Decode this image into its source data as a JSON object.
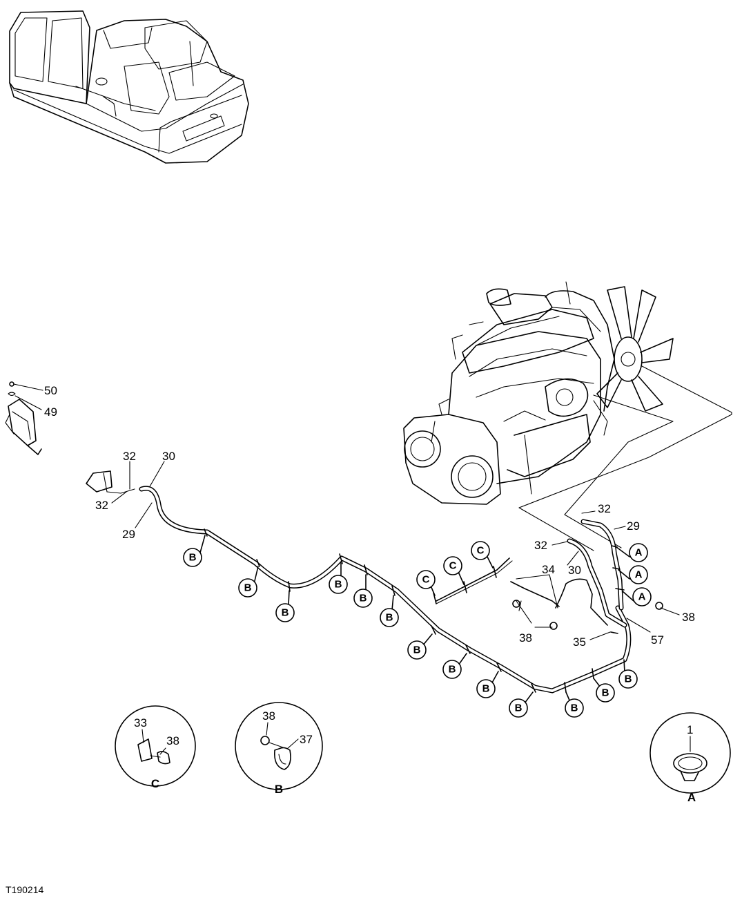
{
  "figure_id": "T190214",
  "part_labels": {
    "p50": "50",
    "p49": "49",
    "p32a": "32",
    "p30a": "30",
    "p32b": "32",
    "p29a": "29",
    "p32c": "32",
    "p29b": "29",
    "p32d": "32",
    "p30b": "30",
    "p34": "34",
    "p38a": "38",
    "p38b": "38",
    "p35": "35",
    "p57": "57",
    "d33": "33",
    "d38c": "38",
    "d38b": "38",
    "d37": "37",
    "d1": "1"
  },
  "clip_tags": {
    "B": "B",
    "C": "C",
    "A": "A"
  },
  "details": {
    "C": "C",
    "B": "B",
    "A": "A"
  }
}
